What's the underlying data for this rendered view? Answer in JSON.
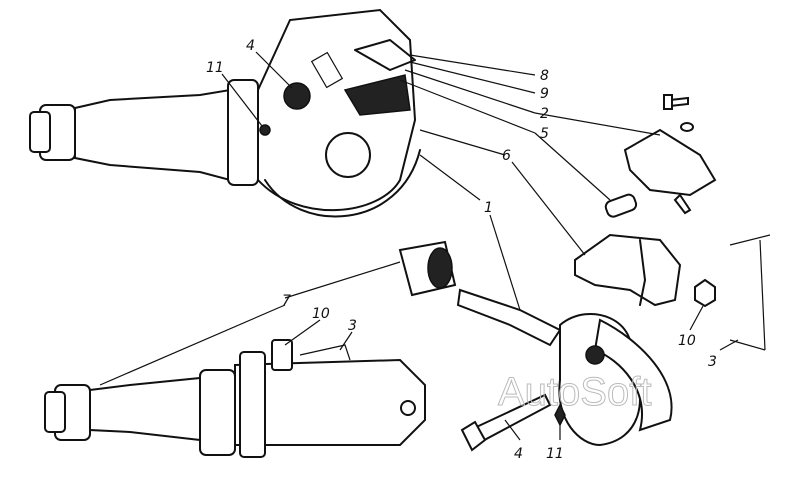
{
  "diagram": {
    "watermark": "AutoSoft",
    "callouts": [
      {
        "id": "top-4",
        "label": "4"
      },
      {
        "id": "top-11",
        "label": "11"
      },
      {
        "id": "8",
        "label": "8"
      },
      {
        "id": "9",
        "label": "9"
      },
      {
        "id": "2",
        "label": "2"
      },
      {
        "id": "5",
        "label": "5"
      },
      {
        "id": "6",
        "label": "6"
      },
      {
        "id": "1",
        "label": "1"
      },
      {
        "id": "7",
        "label": "7"
      },
      {
        "id": "bottom-10",
        "label": "10"
      },
      {
        "id": "bottom-3",
        "label": "3"
      },
      {
        "id": "right-10",
        "label": "10"
      },
      {
        "id": "right-3",
        "label": "3"
      },
      {
        "id": "bottom-4",
        "label": "4"
      },
      {
        "id": "bottom-11",
        "label": "11"
      }
    ]
  }
}
